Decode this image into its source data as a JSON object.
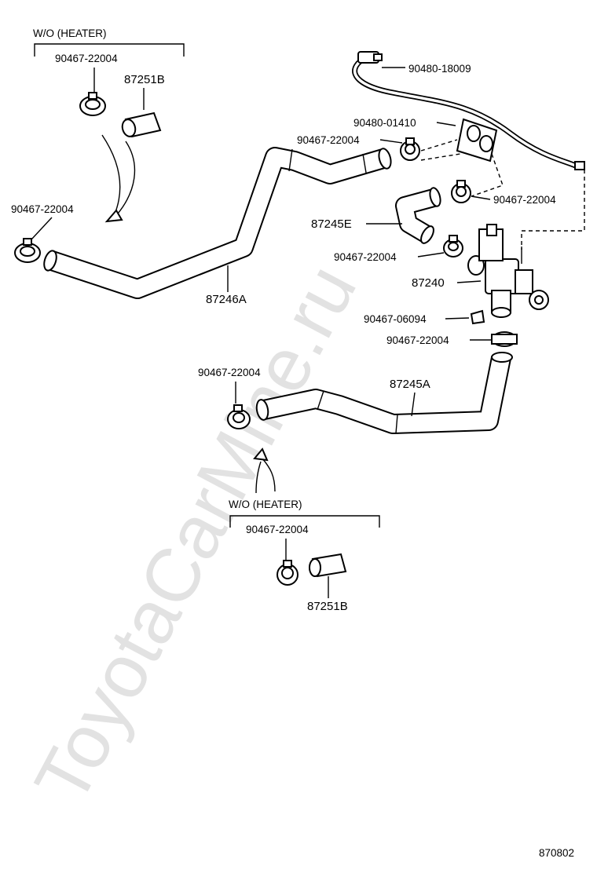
{
  "watermark": "ToyotaCarMine.ru",
  "diagram_code": "870802",
  "callouts": {
    "top_group_title": "W/O (HEATER)",
    "top_group_clamp": "90467-22004",
    "top_group_hose": "87251B",
    "left_clamp": "90467-22004",
    "hose_main": "87246A",
    "cable": "90480-18009",
    "grommet": "90480-01410",
    "clamp_upper_mid": "90467-22004",
    "clamp_right_upper": "90467-22004",
    "hose_e": "87245E",
    "clamp_mid": "90467-22004",
    "valve": "87240",
    "screw": "90467-06094",
    "clamp_lower_right": "90467-22004",
    "lower_clamp": "90467-22004",
    "hose_a": "87245A",
    "bottom_group_title": "W/O (HEATER)",
    "bottom_group_clamp": "90467-22004",
    "bottom_group_hose": "87251B"
  }
}
